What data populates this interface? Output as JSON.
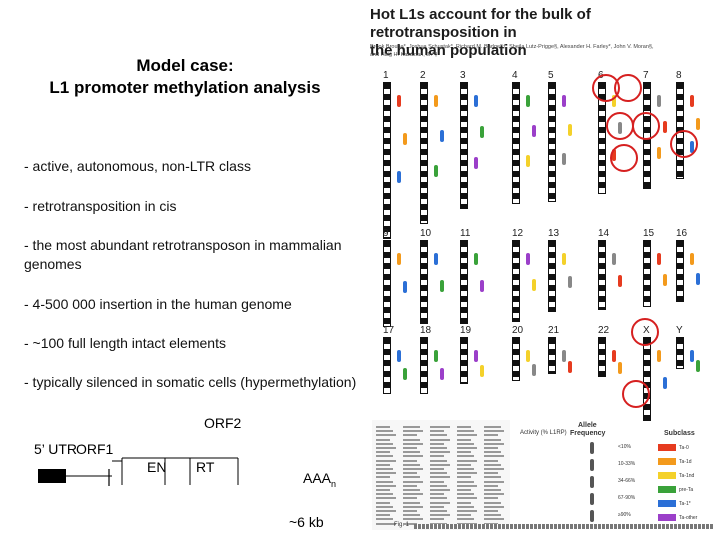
{
  "slide": {
    "title_line1": "Model case:",
    "title_line2": "L1 promoter methylation analysis",
    "bullets": [
      "- active, autonomous, non-LTR class",
      "- retrotransposition in cis",
      "- the most abundant retrotransposon in mammalian genomes",
      "- 4-500 000 insertion in the human genome",
      "- ~100 full length intact elements",
      "- typically silenced in somatic cells (hypermethylation)"
    ]
  },
  "paper": {
    "title_line1": "Hot L1s account for the bulk of retrotransposition in",
    "title_line2": "the human population",
    "authors_line1": "Brook Brouha*, Joshua Schustak*, Richard M. Badge§†, Sheila Lutz-Prigge§, Alexander H. Farley*, John V. Moran§,",
    "authors_line2": "and Haig H. Kazazian, Jr.*¶"
  },
  "chromosomes": {
    "row1": [
      "1",
      "2",
      "3",
      "4",
      "5",
      "6",
      "7",
      "8"
    ],
    "row2": [
      "9",
      "10",
      "11",
      "12",
      "13",
      "14",
      "15",
      "16"
    ],
    "row3": [
      "17",
      "18",
      "19",
      "20",
      "21",
      "22",
      "X",
      "Y"
    ]
  },
  "gene_diagram": {
    "utr_label": "5’ UTR",
    "orf1_label": "ORF1",
    "orf2_label": "ORF2",
    "en_label": "EN",
    "rt_label": "RT",
    "polya_label": "AAA",
    "polya_sub": "n",
    "length_label": "~6 kb"
  },
  "legend": {
    "header1": "Allele",
    "header2": "Frequency",
    "activity_label": "Activity (% L1RP)",
    "subclass_label": "Subclass",
    "freq_values": [
      "<10%",
      "10-33%",
      "34-66%",
      "67-90%",
      "≥90%"
    ],
    "subclass_values": [
      "Ta-0",
      "Ta-1d",
      "Ta-1nd",
      "pre-Ta",
      "Ta-1*",
      "Ta-other"
    ],
    "colors": [
      "#e63b1f",
      "#f39a1c",
      "#f4d12a",
      "#3aa23a",
      "#2b6fd6",
      "#9b3fc9"
    ],
    "fig_label": "Fig. 1"
  },
  "colors": {
    "accent_red": "#d62020",
    "text": "#000000"
  }
}
